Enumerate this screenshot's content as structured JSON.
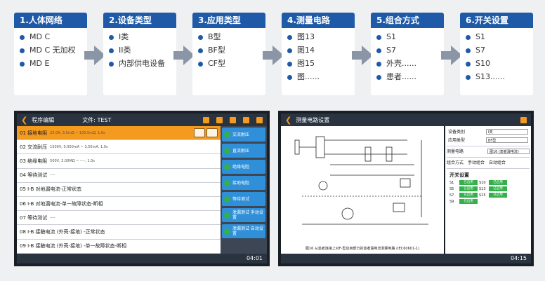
{
  "flow": [
    {
      "title": "1.人体网络",
      "items": [
        "MD C",
        "MD C 无加权",
        "MD E"
      ]
    },
    {
      "title": "2.设备类型",
      "items": [
        "I类",
        "II类",
        "内部供电设备"
      ]
    },
    {
      "title": "3.应用类型",
      "items": [
        "B型",
        "BF型",
        "CF型"
      ]
    },
    {
      "title": "4.测量电路",
      "items": [
        "图13",
        "图14",
        "图15",
        "图......"
      ]
    },
    {
      "title": "5.组合方式",
      "items": [
        "S1",
        "S7",
        "外壳......",
        "患者......"
      ]
    },
    {
      "title": "6.开关设置",
      "items": [
        "S1",
        "S7",
        "S10",
        "S13......"
      ]
    }
  ],
  "screen1": {
    "title": "程序编辑",
    "file_label": "文件: TEST",
    "rows": [
      {
        "name": "01 接地电阻",
        "params": "25.0A, 3.0mΩ ~ 100.0mΩ, 1.0s"
      },
      {
        "name": "02 交流耐压",
        "params": "1500V, 0.000mA ~ 3.50mA, 1.0s"
      },
      {
        "name": "03 绝缘电阻",
        "params": "500V, 2.00MΩ ~ ----, 1.0s"
      },
      {
        "name": "04 等待测试",
        "params": "----"
      },
      {
        "name": "05 I-B 对地漏电流-正常状态",
        "params": ""
      },
      {
        "name": "06 I-B 对地漏电流-单一故障状态-断相",
        "params": ""
      },
      {
        "name": "07 等待测试",
        "params": "----"
      },
      {
        "name": "08 I-B 接触电流 (外壳-接地) -正常状态",
        "params": ""
      },
      {
        "name": "09 I-B 接触电流 (外壳-接地) -单一故障状态-断相",
        "params": ""
      }
    ],
    "side_buttons": [
      "交流耐压",
      "直流耐压",
      "绝缘电阻",
      "接地电阻",
      "等待测试",
      "泄漏测试 手动设置",
      "泄漏测试 自动设置"
    ],
    "time": "04:01"
  },
  "screen2": {
    "title": "测量电路设置",
    "caption": "图16 从患者连接上对F-型应用部分的患者漏电流测量电路 (IEC60601-1)",
    "device_class_label": "设备类别",
    "device_class_value": "I类",
    "app_type_label": "应用类型",
    "app_type_value": "BF型",
    "circuit_label": "测量电路",
    "circuit_value": "图16 (患者漏电流)",
    "combo_label": "组合方式",
    "combo_options": [
      "手动组合",
      "自动组合"
    ],
    "switch_label": "开关设置",
    "switches": [
      {
        "id": "S1",
        "state": "已启用",
        "id2": "S10",
        "state2": "已启用"
      },
      {
        "id": "S5",
        "state": "已启用",
        "id2": "S13",
        "state2": "已启用"
      },
      {
        "id": "S7",
        "state": "已启用",
        "id2": "S15",
        "state2": "已启用"
      },
      {
        "id": "S9",
        "state": "已启用",
        "id2": "",
        "state2": ""
      }
    ],
    "time": "04:15"
  }
}
